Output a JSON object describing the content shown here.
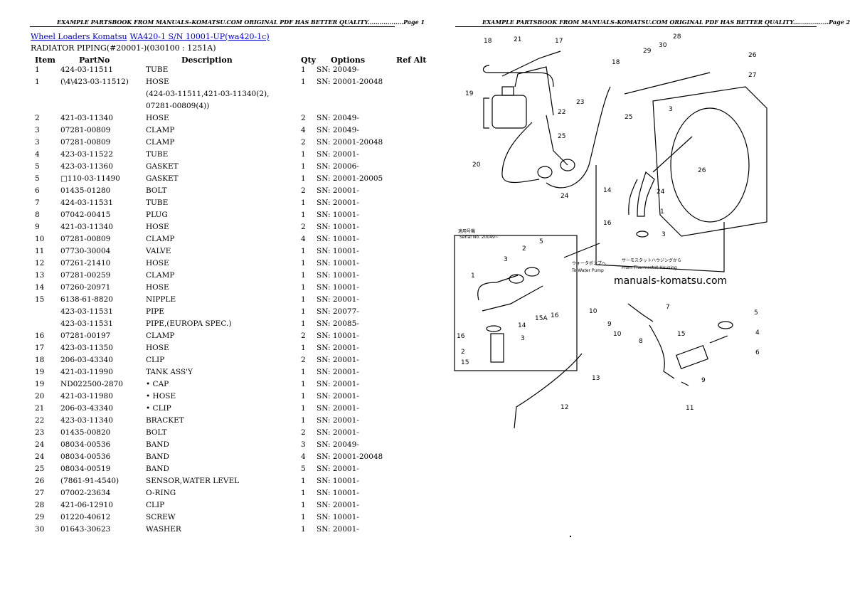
{
  "header": {
    "left": "EXAMPLE PARTSBOOK FROM MANUALS-KOMATSU.COM ORIGINAL PDF HAS BETTER QUALITY..................Page 1",
    "right": "EXAMPLE PARTSBOOK FROM MANUALS-KOMATSU.COM ORIGINAL PDF HAS BETTER QUALITY..................Page 2"
  },
  "breadcrumb": {
    "link1": "Wheel Loaders Komatsu",
    "link2": "WA420-1 S/N 10001-UP(wa420-1c)"
  },
  "subtitle": "RADIATOR PIPING(#20001-)(030100 : 1251A)",
  "table": {
    "headers": [
      "Item",
      "PartNo",
      "Description",
      "Qty",
      "Options",
      "Ref Alt"
    ],
    "rows": [
      [
        "1",
        "424-03-11511",
        "TUBE",
        "1",
        "SN: 20049-"
      ],
      [
        "1",
        "(\\4\\423-03-11512)",
        "HOSE",
        "1",
        "SN: 20001-20048"
      ],
      [
        "",
        "",
        "(424-03-11511,421-03-11340(2),",
        "",
        ""
      ],
      [
        "",
        "",
        "07281-00809(4))",
        "",
        ""
      ],
      [
        "2",
        "421-03-11340",
        "HOSE",
        "2",
        "SN: 20049-"
      ],
      [
        "3",
        "07281-00809",
        "CLAMP",
        "4",
        "SN: 20049-"
      ],
      [
        "3",
        "07281-00809",
        "CLAMP",
        "2",
        "SN: 20001-20048"
      ],
      [
        "4",
        "423-03-11522",
        "TUBE",
        "1",
        "SN: 20001-"
      ],
      [
        "5",
        "423-03-11360",
        "GASKET",
        "1",
        "SN: 20006-"
      ],
      [
        "5",
        "□110-03-11490",
        "GASKET",
        "1",
        "SN: 20001-20005"
      ],
      [
        "6",
        "01435-01280",
        "BOLT",
        "2",
        "SN: 20001-"
      ],
      [
        "7",
        "424-03-11531",
        "TUBE",
        "1",
        "SN: 20001-"
      ],
      [
        "8",
        "07042-00415",
        "PLUG",
        "1",
        "SN: 10001-"
      ],
      [
        "9",
        "421-03-11340",
        "HOSE",
        "2",
        "SN: 10001-"
      ],
      [
        "10",
        "07281-00809",
        "CLAMP",
        "4",
        "SN: 10001-"
      ],
      [
        "11",
        "07730-30004",
        "VALVE",
        "1",
        "SN: 10001-"
      ],
      [
        "12",
        "07261-21410",
        "HOSE",
        "1",
        "SN: 10001-"
      ],
      [
        "13",
        "07281-00259",
        "CLAMP",
        "1",
        "SN: 10001-"
      ],
      [
        "14",
        "07260-20971",
        "HOSE",
        "1",
        "SN: 10001-"
      ],
      [
        "15",
        "6138-61-8820",
        "NIPPLE",
        "1",
        "SN: 20001-"
      ],
      [
        "",
        "423-03-11531",
        "PIPE",
        "1",
        "SN: 20077-"
      ],
      [
        "",
        "423-03-11531",
        "PIPE,(EUROPA SPEC.)",
        "1",
        "SN: 20085-"
      ],
      [
        "16",
        "07281-00197",
        "CLAMP",
        "2",
        "SN: 10001-"
      ],
      [
        "17",
        "423-03-11350",
        "HOSE",
        "1",
        "SN: 20001-"
      ],
      [
        "18",
        "206-03-43340",
        "CLIP",
        "2",
        "SN: 20001-"
      ],
      [
        "19",
        "421-03-11990",
        "TANK ASS'Y",
        "1",
        "SN: 20001-"
      ],
      [
        "19",
        "ND022500-2870",
        "• CAP",
        "1",
        "SN: 20001-"
      ],
      [
        "20",
        "421-03-11980",
        "• HOSE",
        "1",
        "SN: 20001-"
      ],
      [
        "21",
        "206-03-43340",
        "• CLIP",
        "1",
        "SN: 20001-"
      ],
      [
        "22",
        "423-03-11340",
        "BRACKET",
        "1",
        "SN: 20001-"
      ],
      [
        "23",
        "01435-00820",
        "BOLT",
        "2",
        "SN: 20001-"
      ],
      [
        "24",
        "08034-00536",
        "BAND",
        "3",
        "SN: 20049-"
      ],
      [
        "24",
        "08034-00536",
        "BAND",
        "4",
        "SN: 20001-20048"
      ],
      [
        "25",
        "08034-00519",
        "BAND",
        "5",
        "SN: 20001-"
      ],
      [
        "26",
        "(7861-91-4540)",
        "SENSOR,WATER LEVEL",
        "1",
        "SN: 10001-"
      ],
      [
        "27",
        "07002-23634",
        "O-RING",
        "1",
        "SN: 10001-"
      ],
      [
        "28",
        "421-06-12910",
        "CLIP",
        "1",
        "SN: 20001-"
      ],
      [
        "29",
        "01220-40612",
        "SCREW",
        "1",
        "SN: 10001-"
      ],
      [
        "30",
        "01643-30623",
        "WASHER",
        "1",
        "SN: 20001-"
      ]
    ]
  },
  "diagram": {
    "watermark": "manuals-komatsu.com",
    "inset_title_jp": "適用号機",
    "inset_serial": "Serial No. 20049~",
    "note_thermostat_jp": "サーモスタットハウジングから",
    "note_thermostat": "From Thermostat Housing",
    "note_water_pump_jp": "ウォータポンプへ",
    "note_water_pump": "To Water Pump",
    "callouts": [
      "18",
      "21",
      "17",
      "28",
      "30",
      "29",
      "26",
      "27",
      "19",
      "18",
      "23",
      "22",
      "25",
      "25",
      "3",
      "20",
      "24",
      "24",
      "26",
      "14",
      "24",
      "1",
      "16",
      "3",
      "2",
      "5",
      "3",
      "1",
      "14",
      "15A",
      "16",
      "16",
      "3",
      "2",
      "15",
      "10",
      "9",
      "7",
      "10",
      "15",
      "5",
      "4",
      "8",
      "6",
      "9",
      "13",
      "11",
      "12"
    ]
  }
}
